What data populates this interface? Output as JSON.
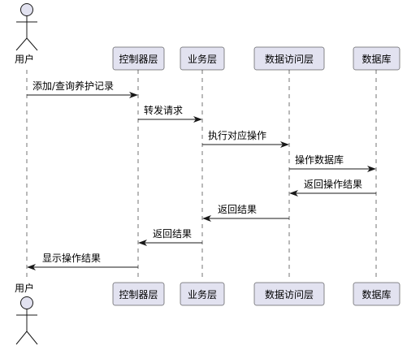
{
  "diagram": {
    "type": "sequence",
    "actor": {
      "name": "用户"
    },
    "participants": [
      {
        "id": "controller",
        "label": "控制器层"
      },
      {
        "id": "service",
        "label": "业务层"
      },
      {
        "id": "dao",
        "label": "数据访问层"
      },
      {
        "id": "db",
        "label": "数据库"
      }
    ],
    "messages": [
      {
        "from": "user",
        "to": "controller",
        "label": "添加/查询养护记录"
      },
      {
        "from": "controller",
        "to": "service",
        "label": "转发请求"
      },
      {
        "from": "service",
        "to": "dao",
        "label": "执行对应操作"
      },
      {
        "from": "dao",
        "to": "db",
        "label": "操作数据库"
      },
      {
        "from": "db",
        "to": "dao",
        "label": "返回操作结果"
      },
      {
        "from": "dao",
        "to": "service",
        "label": "返回结果"
      },
      {
        "from": "service",
        "to": "controller",
        "label": "返回结果"
      },
      {
        "from": "controller",
        "to": "user",
        "label": "显示操作结果"
      }
    ],
    "colors": {
      "box_fill": "#e2e2f0",
      "box_stroke": "#181818",
      "lifeline": "#181818",
      "arrow": "#181818",
      "text": "#000000"
    }
  }
}
